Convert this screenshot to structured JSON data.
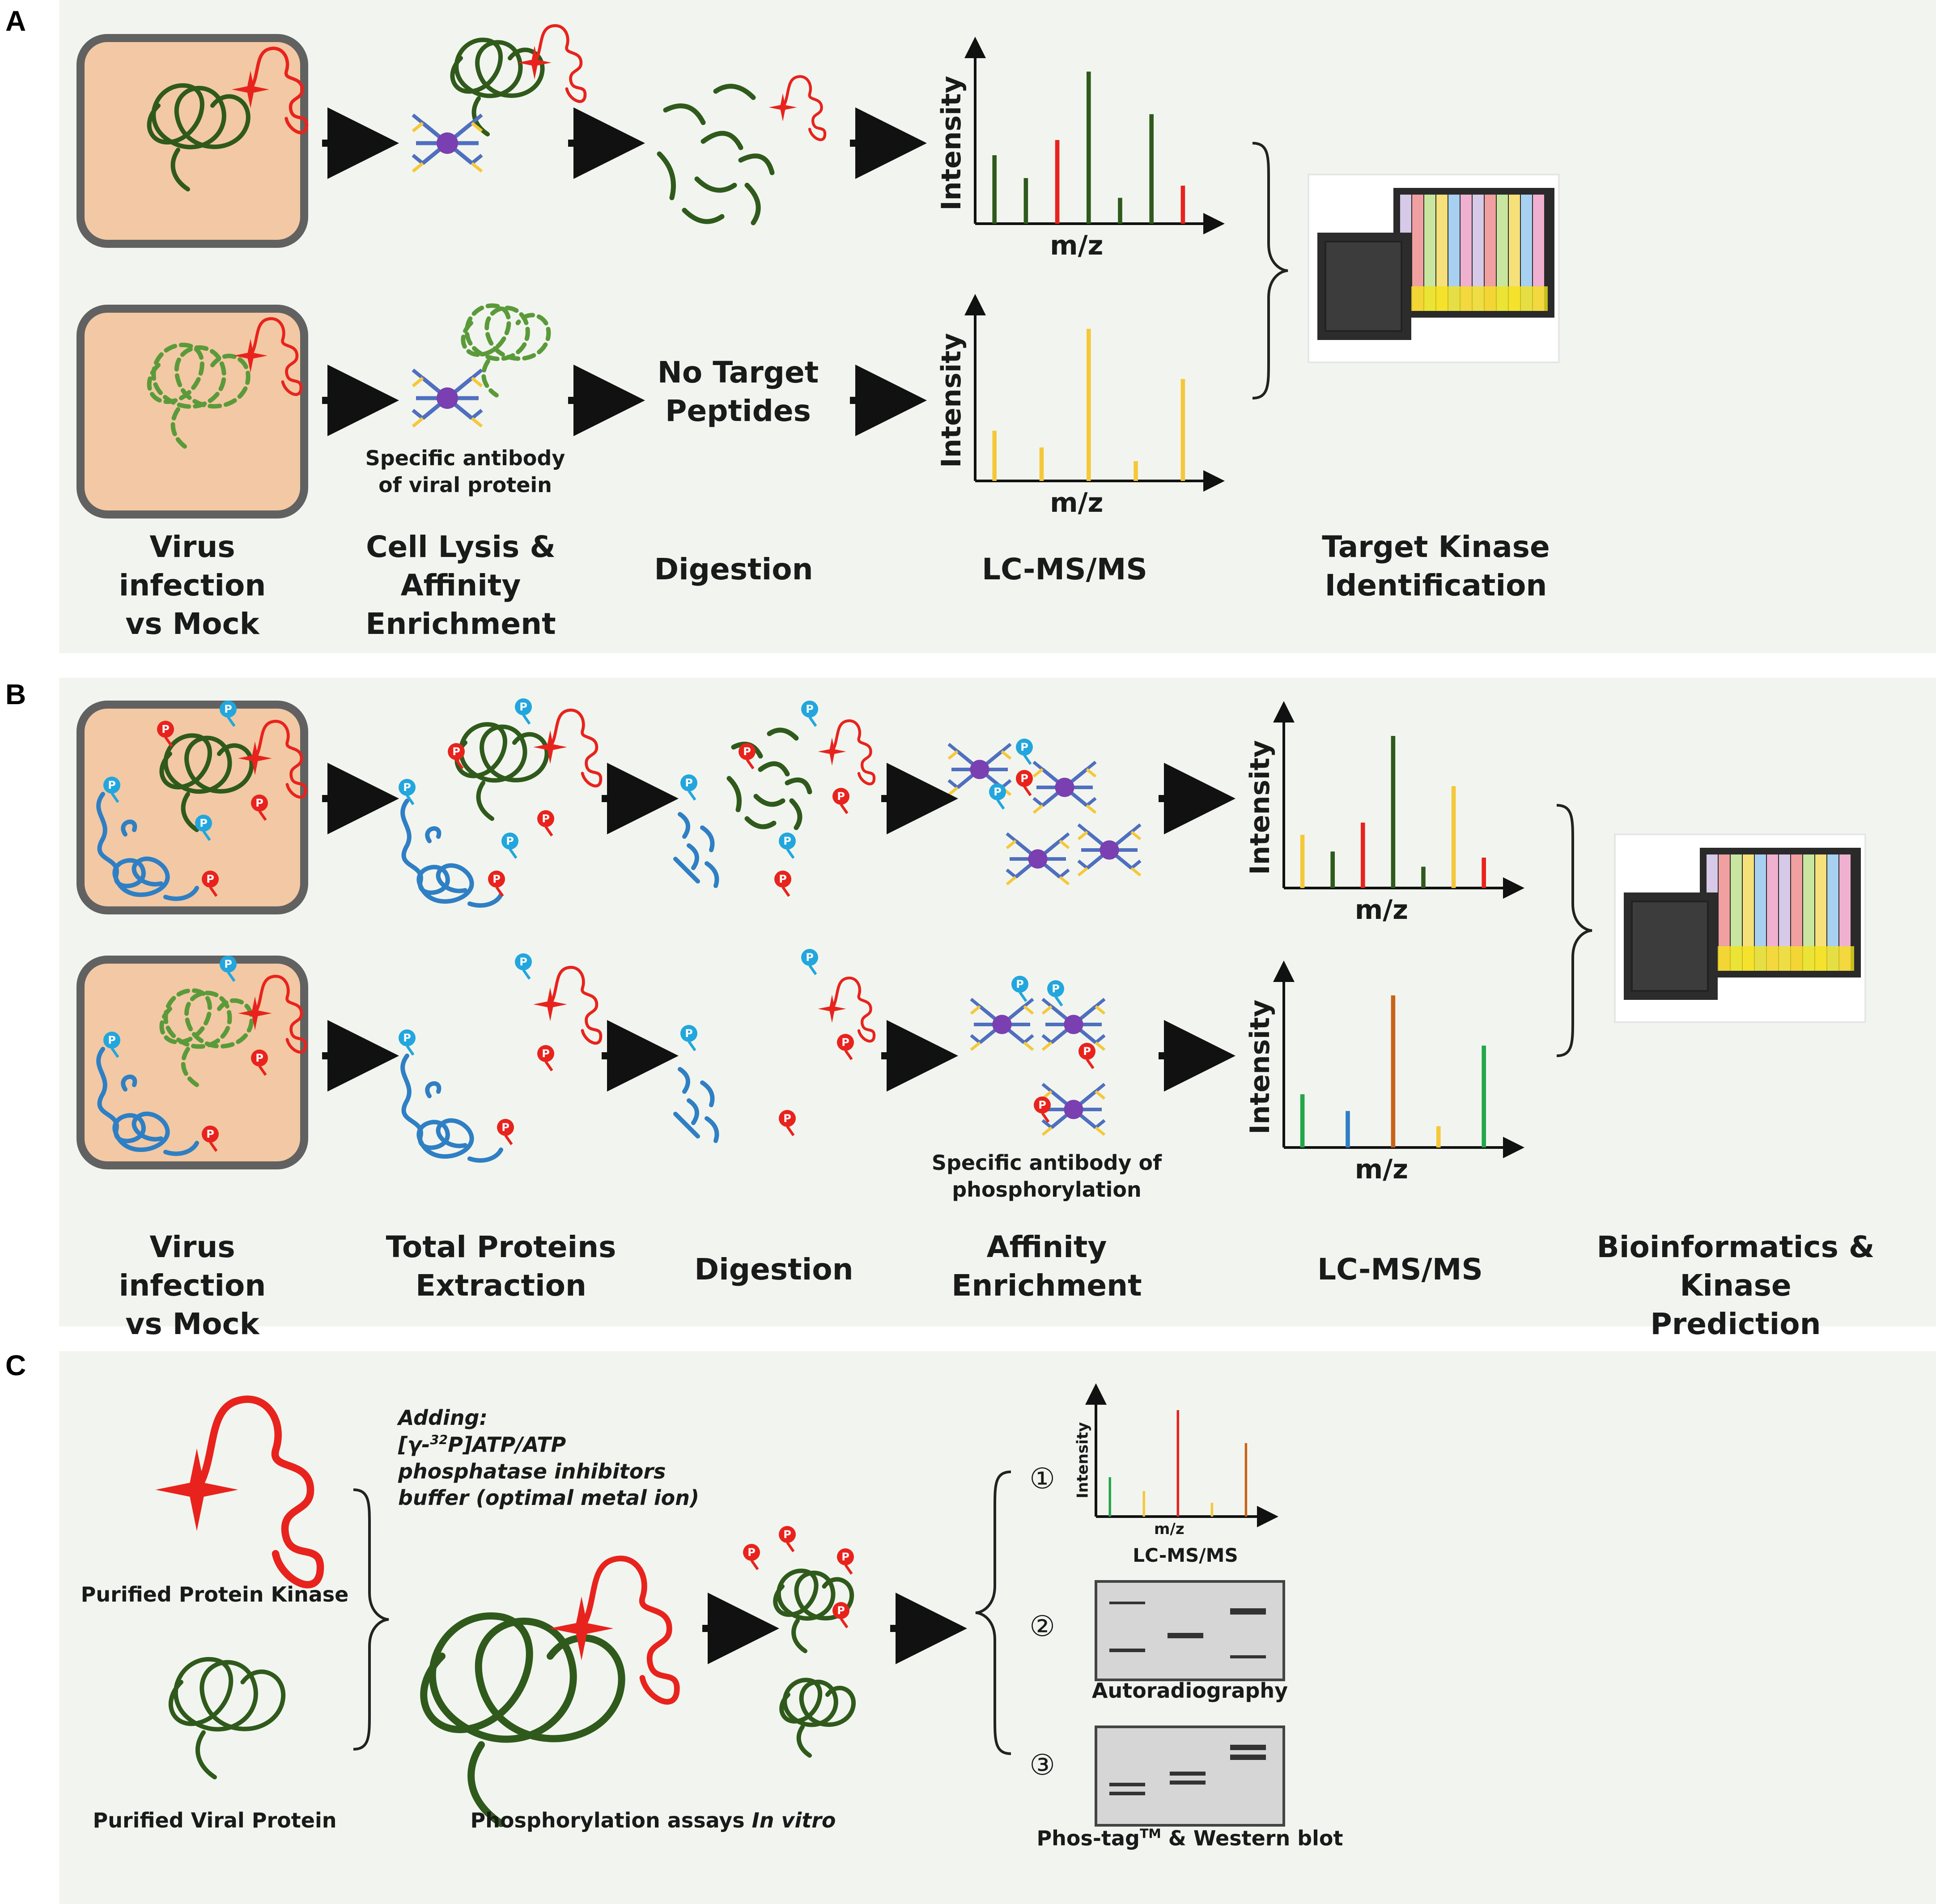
{
  "colors": {
    "virus_green": "#2f5a1c",
    "kinase_red": "#e8231d",
    "host_blue": "#2f7fc4",
    "phos_cyan": "#22a6dd",
    "antibody_blue": "#4f6fbf",
    "antibody_purple": "#7a3fb0",
    "peak_yellow": "#f5c83a",
    "peak_orange": "#c8641a",
    "peak_green": "#23a64a",
    "cell_fill": "#f2c9a4"
  },
  "panels": {
    "a": {
      "label": "A",
      "no_target": [
        "No Target",
        "Peptides"
      ],
      "antibody_note": [
        "Specific antibody",
        "of viral protein"
      ],
      "steps": [
        [
          "Virus infection",
          "vs Mock"
        ],
        [
          "Cell Lysis & Affinity",
          "Enrichment"
        ],
        [
          "Digestion"
        ],
        [
          "LC-MS/MS"
        ],
        [
          "Target Kinase",
          "Identification"
        ]
      ]
    },
    "b": {
      "label": "B",
      "antibody_note": [
        "Specific antibody of",
        "phosphorylation"
      ],
      "steps": [
        [
          "Virus infection",
          "vs Mock"
        ],
        [
          "Total Proteins",
          "Extraction"
        ],
        [
          "Digestion"
        ],
        [
          "Affinity",
          "Enrichment"
        ],
        [
          "LC-MS/MS"
        ],
        [
          "Bioinformatics  & Kinase",
          "Prediction"
        ]
      ]
    },
    "c": {
      "label": "C",
      "purified_kinase": "Purified Protein Kinase",
      "purified_viral": "Purified Viral Protein",
      "adding_title": "Adding:",
      "adding_line1_pre": "[γ-",
      "adding_line1_sup": "32",
      "adding_line1_post": "P]ATP/ATP",
      "adding_line2": "phosphatase inhibitors",
      "adding_line3": "buffer (optimal metal ion)",
      "assay_pre": "Phosphorylation assays ",
      "assay_em": "In vitro",
      "methods": [
        {
          "num": "①",
          "label": "LC-MS/MS"
        },
        {
          "num": "②",
          "label": "Autoradiography"
        },
        {
          "num": "③",
          "label_pre": "Phos-tag",
          "label_sup": "TM",
          "label_post": " & Western blot"
        }
      ]
    }
  },
  "axis_labels": {
    "intensity": "Intensity",
    "mz": "m/z"
  },
  "phospho_symbol": "P",
  "chart_data": [
    {
      "id": "A-top",
      "type": "bar",
      "xlabel": "m/z",
      "ylabel": "Intensity",
      "values": [
        0.45,
        0.3,
        0.55,
        1.0,
        0.17,
        0.72,
        0.25
      ],
      "colors": [
        "#2f5a1c",
        "#2f5a1c",
        "#e8231d",
        "#2f5a1c",
        "#2f5a1c",
        "#2f5a1c",
        "#e8231d"
      ]
    },
    {
      "id": "A-bottom",
      "type": "bar",
      "xlabel": "m/z",
      "ylabel": "Intensity",
      "values": [
        0.33,
        0.22,
        1.0,
        0.13,
        0.67
      ],
      "colors": [
        "#f5c83a",
        "#f5c83a",
        "#f5c83a",
        "#f5c83a",
        "#f5c83a"
      ]
    },
    {
      "id": "B-top",
      "type": "bar",
      "xlabel": "m/z",
      "ylabel": "Intensity",
      "values": [
        0.35,
        0.24,
        0.43,
        1.0,
        0.14,
        0.67,
        0.2
      ],
      "colors": [
        "#f5c83a",
        "#2f5a1c",
        "#e8231d",
        "#2f5a1c",
        "#2f5a1c",
        "#f5c83a",
        "#e8231d"
      ]
    },
    {
      "id": "B-bottom",
      "type": "bar",
      "xlabel": "m/z",
      "ylabel": "Intensity",
      "values": [
        0.35,
        0.24,
        1.0,
        0.14,
        0.67
      ],
      "colors": [
        "#23a64a",
        "#2f7fc4",
        "#c8641a",
        "#f5c83a",
        "#23a64a"
      ]
    },
    {
      "id": "C",
      "type": "bar",
      "xlabel": "m/z",
      "ylabel": "Intensity",
      "values": [
        0.37,
        0.24,
        1.0,
        0.13,
        0.69
      ],
      "colors": [
        "#23a64a",
        "#f5c83a",
        "#e8231d",
        "#f5c83a",
        "#c8641a"
      ]
    }
  ]
}
